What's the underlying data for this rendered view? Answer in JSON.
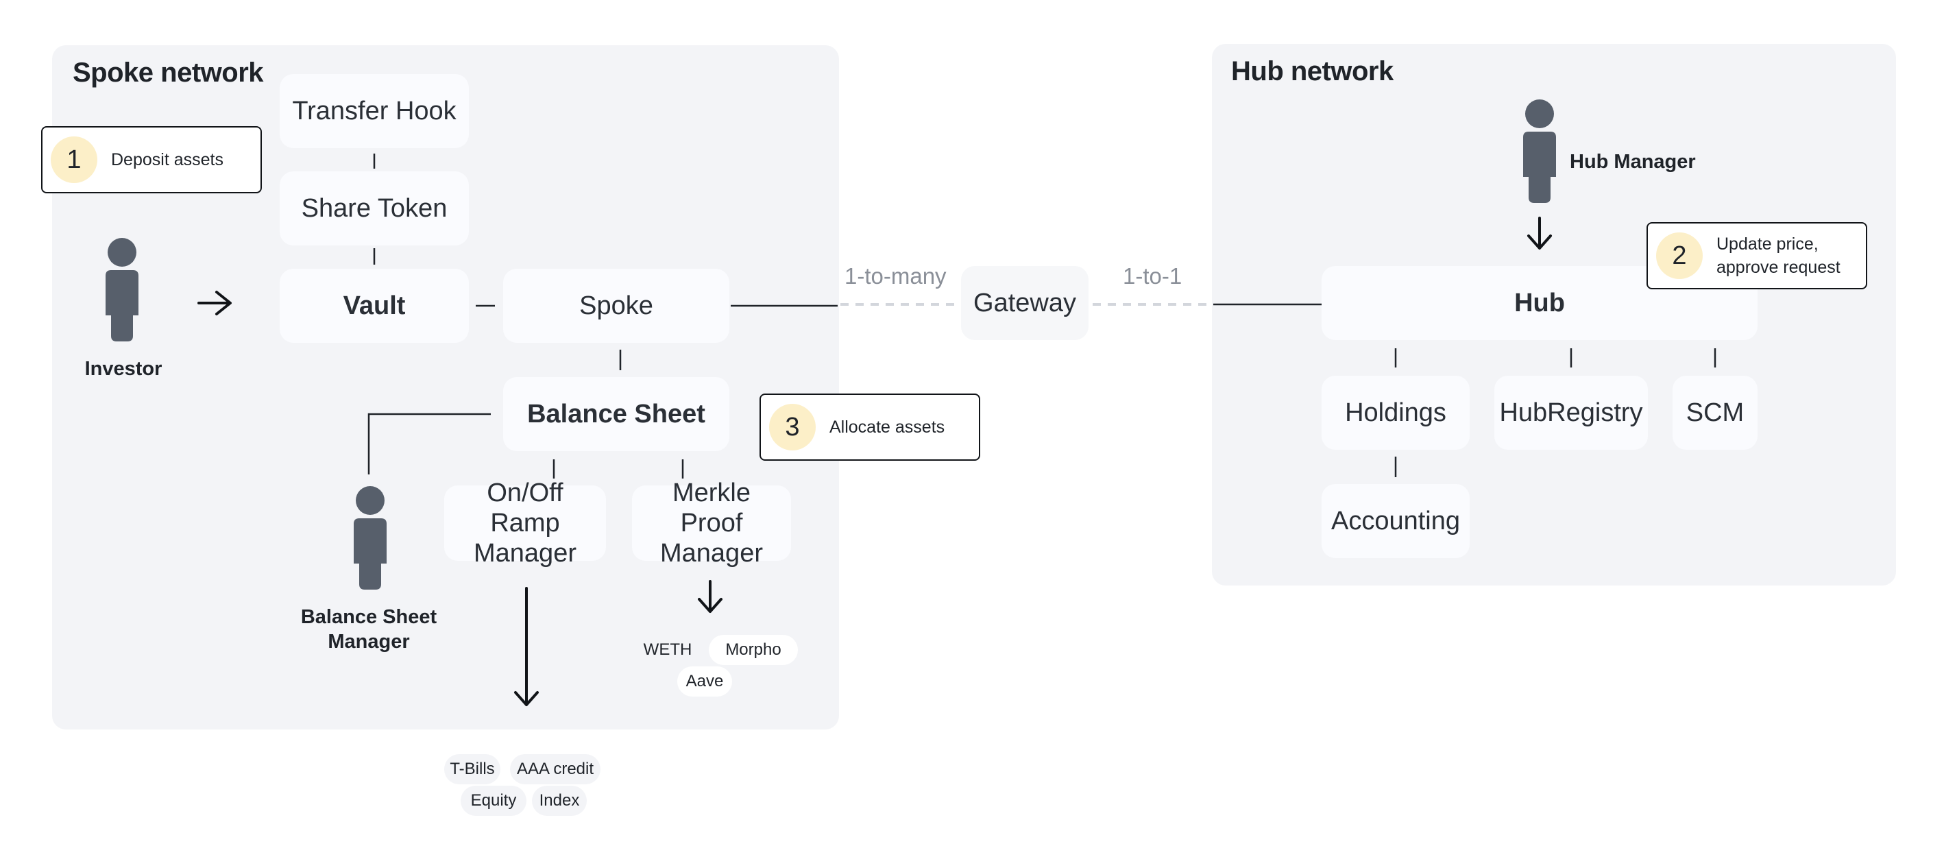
{
  "spoke_network": {
    "title": "Spoke network",
    "boxes": {
      "transfer_hook": "Transfer Hook",
      "share_token": "Share Token",
      "vault": "Vault",
      "spoke": "Spoke",
      "balance_sheet": "Balance Sheet",
      "on_off_ramp": "On/Off Ramp Manager",
      "merkle_proof": "Merkle Proof Manager"
    },
    "actors": {
      "investor": "Investor",
      "balance_sheet_manager": "Balance Sheet Manager"
    },
    "merkle_targets": [
      "WETH",
      "Morpho",
      "Aave"
    ],
    "ramp_targets": [
      "T-Bills",
      "AAA credit",
      "Equity",
      "Index"
    ]
  },
  "hub_network": {
    "title": "Hub network",
    "boxes": {
      "hub": "Hub",
      "holdings": "Holdings",
      "hub_registry": "HubRegistry",
      "scm": "SCM",
      "accounting": "Accounting"
    },
    "actors": {
      "hub_manager": "Hub Manager"
    }
  },
  "gateway": {
    "label": "Gateway",
    "left_connection": "1-to-many",
    "right_connection": "1-to-1"
  },
  "steps": [
    {
      "number": "1",
      "text": "Deposit assets"
    },
    {
      "number": "2",
      "text": "Update price, approve request"
    },
    {
      "number": "3",
      "text": "Allocate assets"
    }
  ],
  "colors": {
    "panel_bg": "#f3f4f7",
    "box_bg": "#fafbfe",
    "person": "#575f6b",
    "step_badge": "#fcefc8",
    "connector_dashed": "#d3d6dc"
  }
}
